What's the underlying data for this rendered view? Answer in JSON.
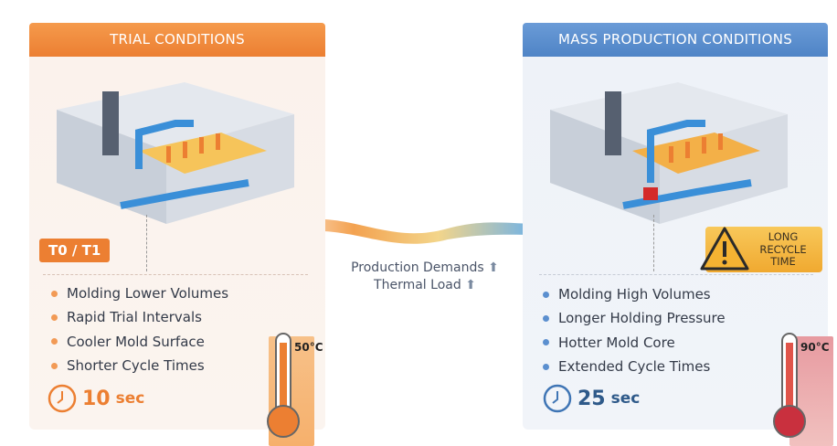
{
  "trial": {
    "title": "TRIAL CONDITIONS",
    "badge": "T0 / T1",
    "bullets": [
      "Molding Lower Volumes",
      "Rapid Trial Intervals",
      "Cooler Mold Surface",
      "Shorter Cycle Times"
    ],
    "cycle_value": "10",
    "cycle_unit": "sec",
    "temperature": "50°C",
    "accent": "#ec7f32"
  },
  "production": {
    "title": "MASS PRODUCTION CONDITIONS",
    "warning": "LONG RECYCLE TIME",
    "bullets": [
      "Molding High Volumes",
      "Longer Holding Pressure",
      "Hotter Mold Core",
      "Extended Cycle Times"
    ],
    "cycle_value": "25",
    "cycle_unit": "sec",
    "temperature": "90°C",
    "accent": "#4f84c6"
  },
  "transition": {
    "line1": "Production Demands",
    "line2": "Thermal Load"
  }
}
